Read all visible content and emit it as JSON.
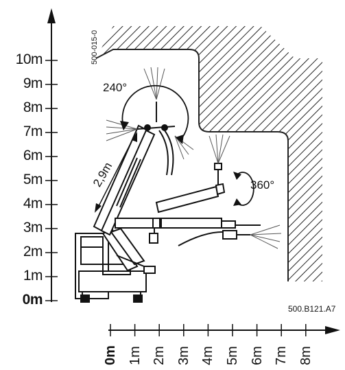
{
  "doc_id_top": "500-015-0",
  "doc_id_bottom": "500.B121.A7",
  "y_axis": {
    "labels": [
      "0m",
      "1m",
      "2m",
      "3m",
      "4m",
      "5m",
      "6m",
      "7m",
      "8m",
      "9m",
      "10m"
    ]
  },
  "x_axis": {
    "labels": [
      "0m",
      "1m",
      "2m",
      "3m",
      "4m",
      "5m",
      "6m",
      "7m",
      "8m"
    ]
  },
  "annotations": {
    "boom_rotation": "240°",
    "nozzle_rotation": "360°",
    "boom_extension": "2,9m"
  }
}
